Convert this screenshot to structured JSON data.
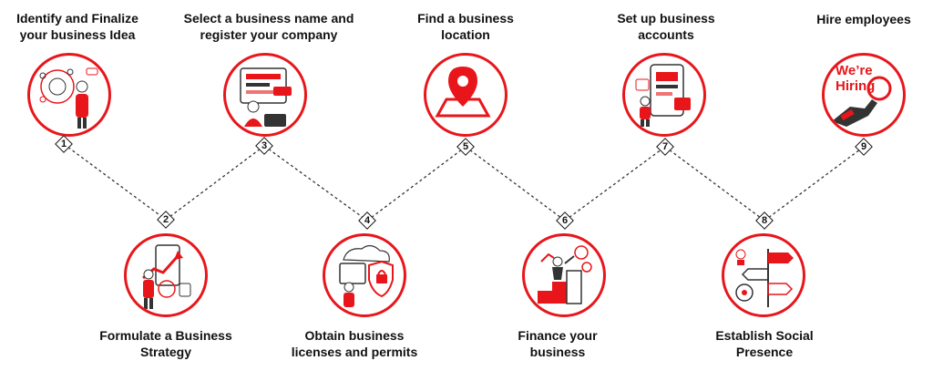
{
  "colors": {
    "accent": "#e8161b",
    "ink": "#111111",
    "line": "#333333"
  },
  "steps": [
    {
      "number": "1",
      "label_lines": [
        "Identify and Finalize",
        "your business Idea"
      ],
      "icon": "thinking-person-icon"
    },
    {
      "number": "2",
      "label_lines": [
        "Formulate a Business",
        "Strategy"
      ],
      "icon": "strategy-growth-icon"
    },
    {
      "number": "3",
      "label_lines": [
        "Select a business name and",
        "register your company"
      ],
      "icon": "registration-laptop-icon"
    },
    {
      "number": "4",
      "label_lines": [
        "Obtain business",
        "licenses and permits"
      ],
      "icon": "shield-license-icon"
    },
    {
      "number": "5",
      "label_lines": [
        "Find a business",
        "location"
      ],
      "icon": "map-pin-icon"
    },
    {
      "number": "6",
      "label_lines": [
        "Finance your",
        "business"
      ],
      "icon": "finance-stairs-icon"
    },
    {
      "number": "7",
      "label_lines": [
        "Set up business",
        "accounts"
      ],
      "icon": "accounts-dashboard-icon"
    },
    {
      "number": "8",
      "label_lines": [
        "Establish Social",
        "Presence"
      ],
      "icon": "social-signpost-icon"
    },
    {
      "number": "9",
      "label_lines": [
        "Hire employees"
      ],
      "icon": "hiring-magnifier-icon",
      "icon_text_lines": [
        "We’re",
        "Hiring"
      ]
    }
  ]
}
